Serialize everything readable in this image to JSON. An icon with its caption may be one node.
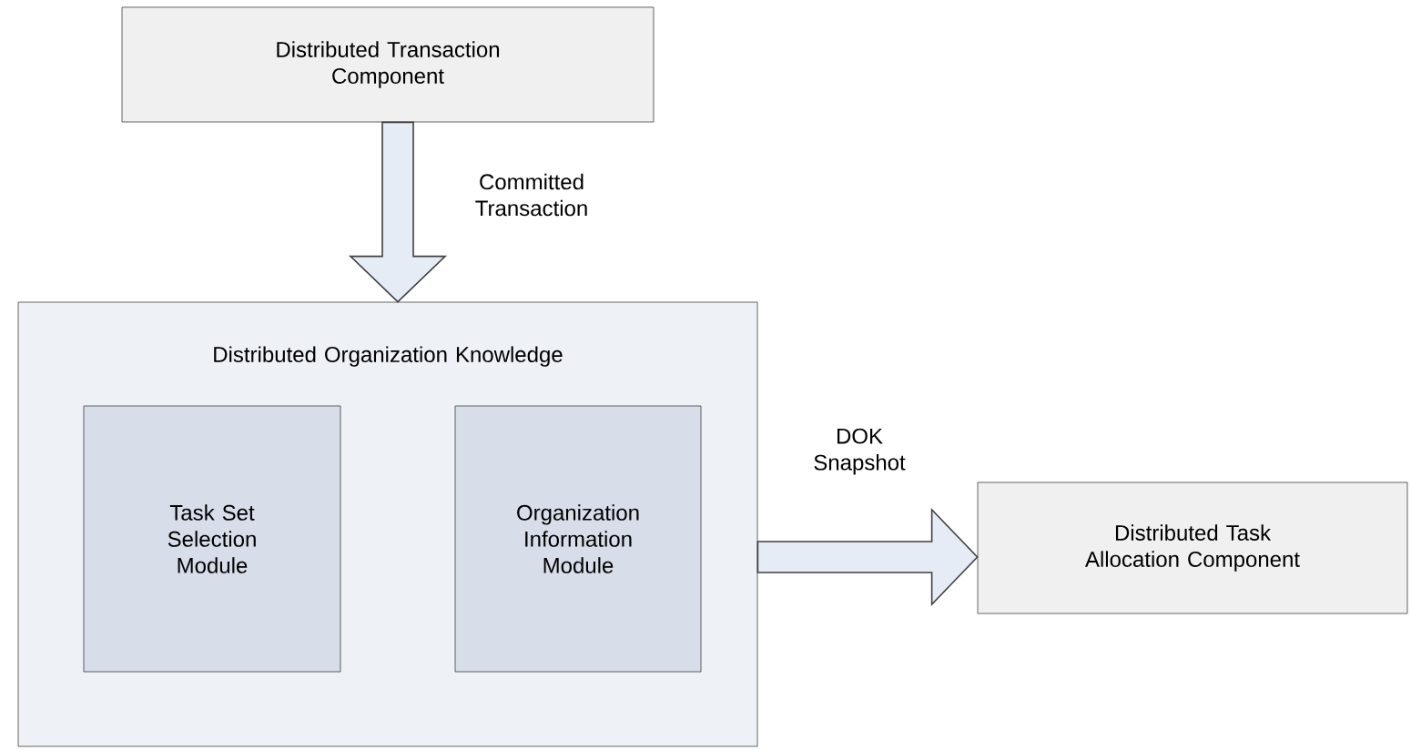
{
  "diagram": {
    "nodes": [
      {
        "text": [
          "Distributed Transaction Component"
        ]
      },
      {
        "text": [
          "Distributed Organization Knowledge"
        ]
      },
      {
        "text": [
          "Task Set Selection Module"
        ],
        "in": 1
      },
      {
        "text": [
          "Organization Information Module"
        ],
        "in": 1
      },
      {
        "text": [
          "Distributed Task Allocation Component"
        ]
      }
    ],
    "edges": [
      {
        "from": 0,
        "to": 1,
        "arrow": "to",
        "label": "Committed Transaction"
      },
      {
        "from": 1,
        "to": 4,
        "arrow": "to",
        "label": "DOK Snapshot"
      }
    ]
  }
}
